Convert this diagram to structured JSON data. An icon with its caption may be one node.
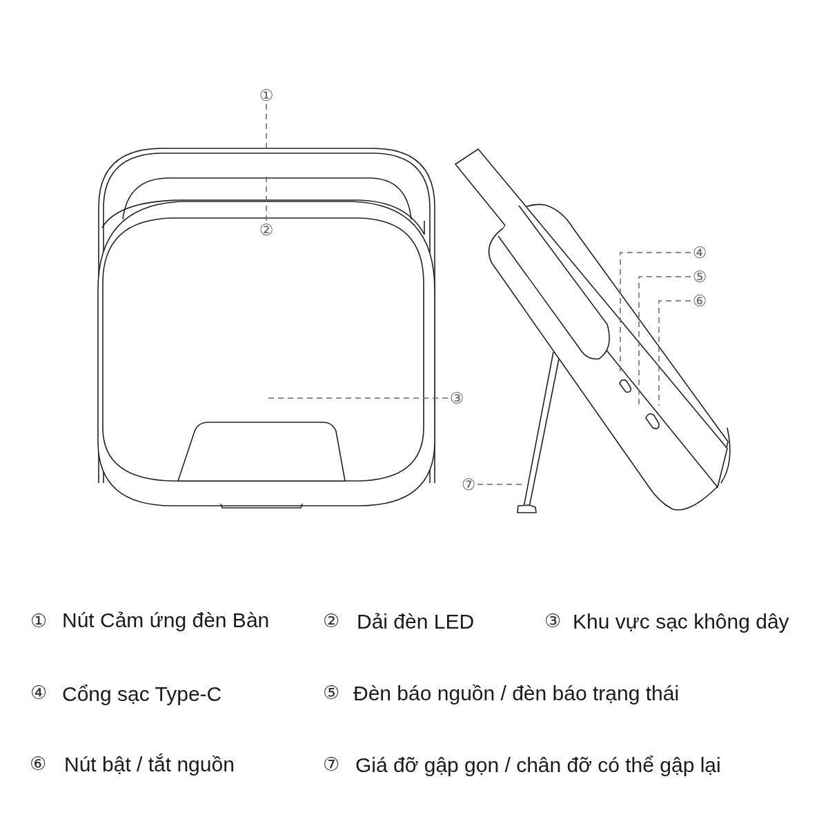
{
  "diagram": {
    "nodes": [
      {
        "text": [
          "①"
        ]
      },
      {
        "text": [
          "②"
        ]
      },
      {
        "text": [
          "③"
        ]
      },
      {
        "text": [
          "④"
        ]
      },
      {
        "text": [
          "⑤"
        ]
      },
      {
        "text": [
          "⑥"
        ]
      },
      {
        "text": [
          "⑦"
        ]
      }
    ],
    "edges": [
      {
        "from": 0,
        "to": null,
        "arrow": "none",
        "style": "dashed"
      },
      {
        "from": 1,
        "to": null,
        "arrow": "none",
        "style": "dashed"
      },
      {
        "from": 2,
        "to": null,
        "arrow": "none",
        "style": "dashed"
      },
      {
        "from": 3,
        "to": null,
        "arrow": "none",
        "style": "dashed"
      },
      {
        "from": 4,
        "to": null,
        "arrow": "none",
        "style": "dashed"
      },
      {
        "from": 5,
        "to": null,
        "arrow": "none",
        "style": "dashed"
      },
      {
        "from": 6,
        "to": null,
        "arrow": "none",
        "style": "dashed"
      }
    ],
    "labels": [
      "①",
      "Nút Cảm ứng đèn Bàn",
      "②",
      "Dải đèn LED",
      "③",
      "Khu vực sạc không dây",
      "④",
      "Cổng sạc Type-C",
      "⑤",
      "Đèn báo nguồn / đèn báo trạng thái",
      "⑥",
      "Nút bật / tắt nguồn",
      "⑦",
      "Giá đỡ gập gọn / chân đỡ có thể gập lại"
    ]
  }
}
